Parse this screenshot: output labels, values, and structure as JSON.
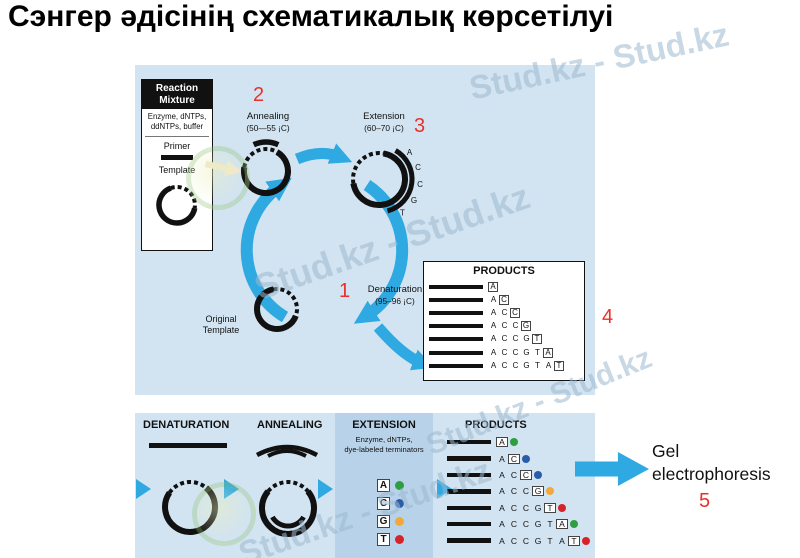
{
  "title": "Сэнгер әдісінің схематикалық көрсетілуі",
  "watermark": {
    "text": "Stud.kz - Stud.kz"
  },
  "colors": {
    "green": "#2f9e41",
    "blue": "#2a5caa",
    "yellow": "#f2a93b",
    "red": "#d7222a",
    "arrow_blue": "#2fa9e1",
    "panel_blue": "#d2e4f1",
    "extension_panel_blue": "#b8d3e9",
    "step_red": "#e8312a",
    "watermark_blue": "#9cb9d0"
  },
  "cycle_diagram": {
    "reaction_mixture": {
      "header_line1": "Reaction",
      "header_line2": "Mixture",
      "contents_line1": "Enzyme, dNTPs,",
      "contents_line2": "ddNTPs, buffer",
      "primer_label": "Primer",
      "template_label": "Template"
    },
    "steps": {
      "annealing": {
        "number": "2",
        "label": "Annealing",
        "temp": "(50—55 ¡C)"
      },
      "extension": {
        "number": "3",
        "label": "Extension",
        "temp": "(60–70 ¡C)",
        "letters": [
          "A",
          "C",
          "C",
          "G",
          "T"
        ]
      },
      "denaturation": {
        "number": "1",
        "label": "Denaturation",
        "temp": "(95–96 ¡C)"
      },
      "original_template_line1": "Original",
      "original_template_line2": "Template"
    },
    "products": {
      "header": "PRODUCTS",
      "number": "4",
      "rows": [
        {
          "seq": "A"
        },
        {
          "seq": "AC"
        },
        {
          "seq": "ACC"
        },
        {
          "seq": "ACCG"
        },
        {
          "seq": "ACCGT"
        },
        {
          "seq": "ACCGTA"
        },
        {
          "seq": "ACCGTAT"
        }
      ]
    }
  },
  "linear_diagram": {
    "headers": {
      "denaturation": "DENATURATION",
      "annealing": "ANNEALING",
      "extension": "EXTENSION",
      "products": "PRODUCTS"
    },
    "extension_note_line1": "Enzyme, dNTPs,",
    "extension_note_line2": "dye-labeled terminators",
    "terminators": [
      {
        "letter": "A",
        "dot": "green"
      },
      {
        "letter": "C",
        "dot": "blue"
      },
      {
        "letter": "G",
        "dot": "yellow"
      },
      {
        "letter": "T",
        "dot": "red"
      }
    ],
    "products_rows": [
      {
        "seq": "A",
        "dot": "green"
      },
      {
        "seq": "AC",
        "dot": "blue"
      },
      {
        "seq": "ACC",
        "dot": "blue"
      },
      {
        "seq": "ACCG",
        "dot": "yellow"
      },
      {
        "seq": "ACCGT",
        "dot": "red"
      },
      {
        "seq": "ACCGTA",
        "dot": "green"
      },
      {
        "seq": "ACCGTAT",
        "dot": "red"
      }
    ],
    "gel_label_line1": "Gel",
    "gel_label_line2": "electrophoresis",
    "step_number": "5"
  }
}
